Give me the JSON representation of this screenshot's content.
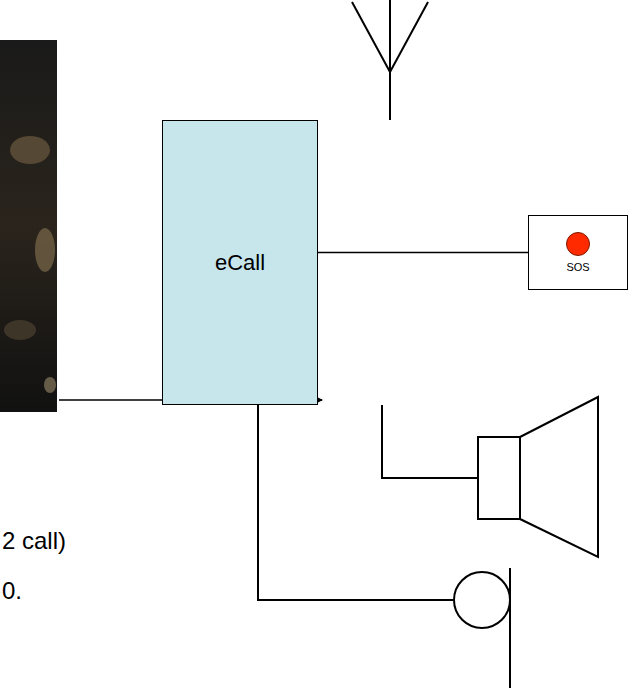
{
  "diagram": {
    "nodes": [
      {
        "text": [
          "eCall"
        ]
      },
      {
        "text": [
          "SOS"
        ]
      }
    ],
    "edges": [
      {
        "from": 0,
        "to": 1,
        "arrow": "none"
      }
    ],
    "labels": [
      "2 call)",
      "0."
    ]
  }
}
